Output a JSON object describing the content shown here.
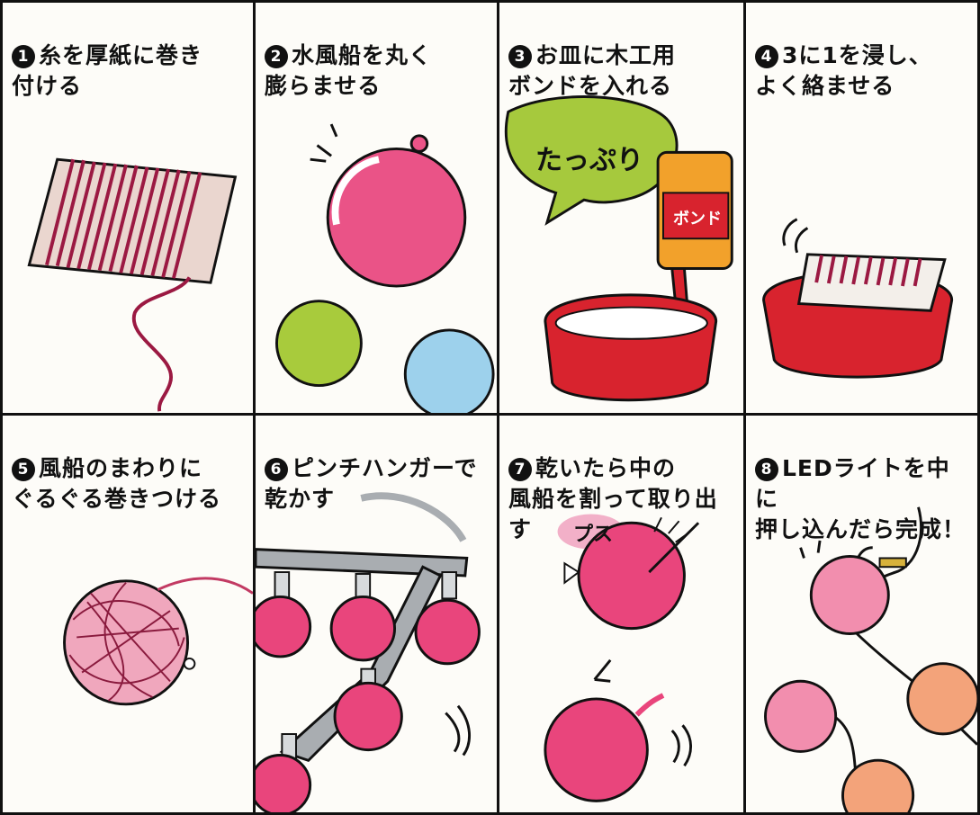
{
  "panels": [
    {
      "num": "1",
      "caption": "糸を厚紙に巻き\n付ける"
    },
    {
      "num": "2",
      "caption": "水風船を丸く\n膨らませる"
    },
    {
      "num": "3",
      "caption": "お皿に木工用\nボンドを入れる"
    },
    {
      "num": "4",
      "caption": "3に1を浸し、\nよく絡ませる"
    },
    {
      "num": "5",
      "caption": "風船のまわりに\nぐるぐる巻きつける"
    },
    {
      "num": "6",
      "caption": "ピンチハンガーで\n乾かす"
    },
    {
      "num": "7",
      "caption": "乾いたら中の\n風船を割って取り出す"
    },
    {
      "num": "8",
      "caption": "LEDライトを中に\n押し込んだら完成！"
    }
  ],
  "labels": {
    "speech": "たっぷり",
    "bond": "ボンド",
    "pop": "プス"
  },
  "colors": {
    "ink": "#111111",
    "balloon_pink": "#e9457c",
    "balloon_green": "#a8cb3c",
    "balloon_blue": "#9dd1ec",
    "bowl_red": "#d8232e",
    "bottle_orange": "#f2a12b",
    "speech_green": "#a6c93d",
    "hanger_gray": "#a9adb1"
  }
}
